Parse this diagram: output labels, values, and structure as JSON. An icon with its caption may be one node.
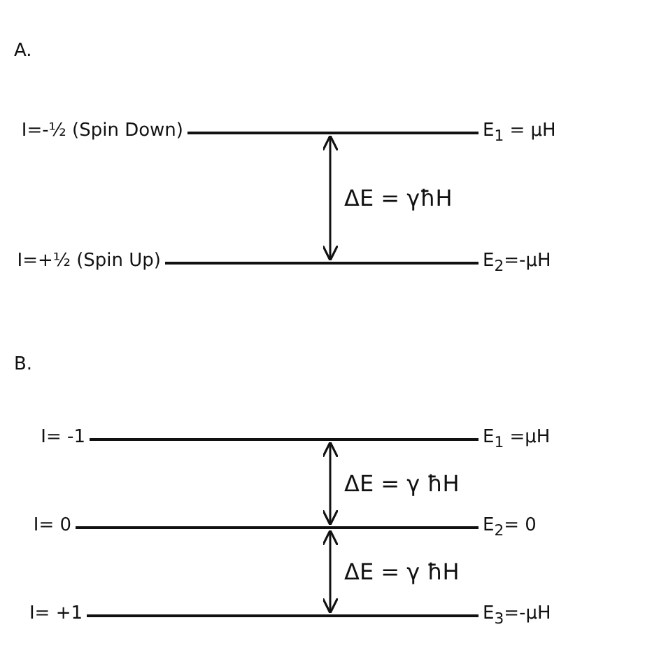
{
  "diagram": {
    "nodes": [
      {
        "text": [],
        "shape": "bar",
        "beside": [
          "I=-½ (Spin Down)",
          "E$_{1}$ = μH"
        ]
      },
      {
        "text": [],
        "shape": "bar",
        "beside": [
          "I=+½ (Spin Up)",
          "E$_{2}$=-μH"
        ]
      },
      {
        "text": [],
        "shape": "bar",
        "beside": [
          "I= -1",
          "E$_{1}$ =μH"
        ]
      },
      {
        "text": [],
        "shape": "bar",
        "beside": [
          "I= 0",
          "E$_{2}$= 0"
        ]
      },
      {
        "text": [],
        "shape": "bar",
        "beside": [
          "I= +1",
          "E$_{3}$=-μH"
        ]
      }
    ],
    "edges": [
      {
        "from": 0,
        "to": 1,
        "arrow": "both",
        "label": "ΔE = γħH"
      },
      {
        "from": 2,
        "to": 3,
        "arrow": "both",
        "label": "ΔE = γ ħH"
      },
      {
        "from": 3,
        "to": 4,
        "arrow": "both",
        "label": "ΔE = γ ħH"
      }
    ],
    "labels": [
      "A.",
      "B."
    ]
  }
}
